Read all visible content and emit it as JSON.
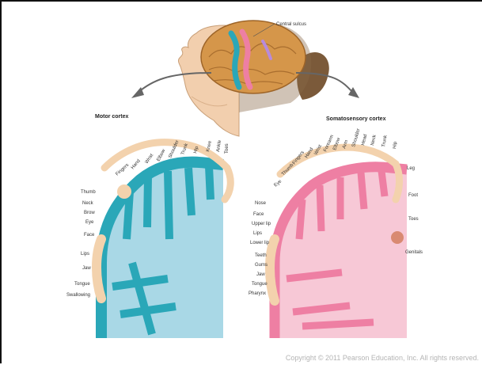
{
  "diagram": {
    "top_label": "Central sulcus",
    "motor_title": "Motor cortex",
    "sensory_title": "Somatosensory cortex",
    "motor_labels": [
      "Toes",
      "Ankle",
      "Knee",
      "Hip",
      "Trunk",
      "Shoulder",
      "Elbow",
      "Wrist",
      "Hand",
      "Fingers",
      "Thumb",
      "Neck",
      "Brow",
      "Eye",
      "Face",
      "Lips",
      "Jaw",
      "Tongue",
      "Swallowing"
    ],
    "sensory_labels": [
      "Genitals",
      "Toes",
      "Foot",
      "Leg",
      "Hip",
      "Trunk",
      "Neck",
      "Head",
      "Shoulder",
      "Arm",
      "Elbow",
      "Forearm",
      "Wrist",
      "Hand",
      "Fingers",
      "Thumb",
      "Eye",
      "Nose",
      "Face",
      "Upper lip",
      "Lips",
      "Lower lip",
      "Teeth",
      "Gums",
      "Jaw",
      "Tongue",
      "Pharynx"
    ],
    "colors": {
      "motor": "#2aa7b8",
      "motor_light": "#a9d8e6",
      "sensory": "#ee7fa3",
      "sensory_light": "#f7c8d6",
      "homunculus": "#f3d2ad",
      "brain": "#c98a3c"
    }
  },
  "copyright": "Copyright © 2011 Pearson Education, Inc. All rights reserved."
}
